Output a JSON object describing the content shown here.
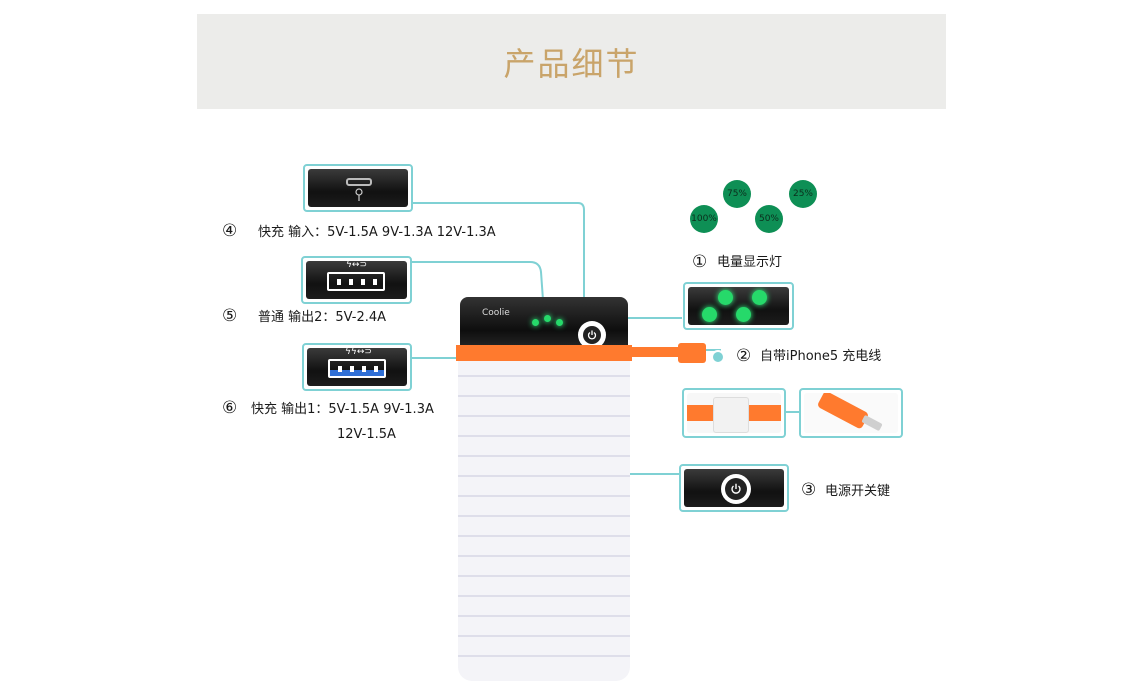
{
  "header": {
    "title": "产品细节"
  },
  "callouts": {
    "c4": {
      "num": "④",
      "text": "快充 输入：5V-1.5A  9V-1.3A  12V-1.3A"
    },
    "c5": {
      "num": "⑤",
      "text": "普通 输出2：5V-2.4A"
    },
    "c6": {
      "num": "⑥",
      "text": "快充 输出1：5V-1.5A  9V-1.3A",
      "text2": "12V-1.5A"
    },
    "c1": {
      "num": "①",
      "text": "电量显示灯"
    },
    "c2": {
      "num": "②",
      "text": "自带iPhone5 充电线"
    },
    "c3": {
      "num": "③",
      "text": "电源开关键"
    }
  },
  "battery_levels": [
    "75%",
    "25%",
    "100%",
    "50%"
  ],
  "port_icons": {
    "fast_symbol": "ϟϟ↔⊃",
    "normal_symbol": "ϟ↔⊃"
  },
  "device": {
    "brand": "Coolie"
  },
  "colors": {
    "accent": "#7fd1d4",
    "title": "#c9a46a",
    "led": "#0e8f55",
    "cable": "#ff7a2e",
    "fast_port": "#2f6fd6"
  }
}
